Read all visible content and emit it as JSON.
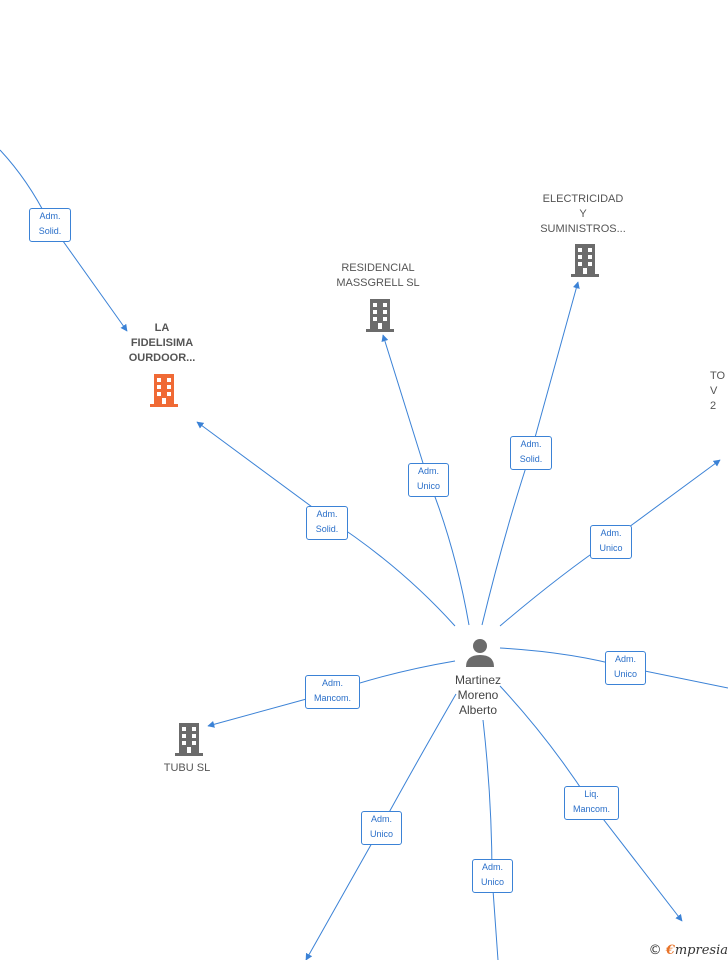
{
  "colors": {
    "edge": "#3b82d6",
    "building_default": "#6b6b6b",
    "building_highlight": "#f06a35",
    "person": "#6b6b6b"
  },
  "nodes": {
    "center_person": {
      "name": "Martinez\nMoreno\nAlberto",
      "icon": "person-icon"
    },
    "la_fidelisima": {
      "name": "LA\nFIDELISIMA\nOURDOOR...",
      "icon": "building-icon"
    },
    "residencial": {
      "name": "RESIDENCIAL\nMASSGRELL SL",
      "icon": "building-icon"
    },
    "electricidad": {
      "name": "ELECTRICIDAD\nY\nSUMINISTROS...",
      "icon": "building-icon"
    },
    "tubu": {
      "name": "TUBU SL",
      "icon": "building-icon"
    },
    "partial_right": {
      "name": "TO\nV\n2"
    }
  },
  "relations": {
    "top_left": "Adm.\nSolid.",
    "to_fidelisima": "Adm.\nSolid.",
    "to_residencial": "Adm.\nUnico",
    "to_electricidad": "Adm.\nSolid.",
    "to_right_upper": "Adm.\nUnico",
    "to_right_middle": "Adm.\nUnico",
    "to_tubu": "Adm.\nMancom.",
    "bottom_left": "Adm.\nUnico",
    "bottom_center": "Adm.\nUnico",
    "bottom_right": "Liq.\nMancom."
  },
  "watermark": {
    "copyright": "©",
    "brand_first": "€",
    "brand_rest": "mpresia"
  }
}
